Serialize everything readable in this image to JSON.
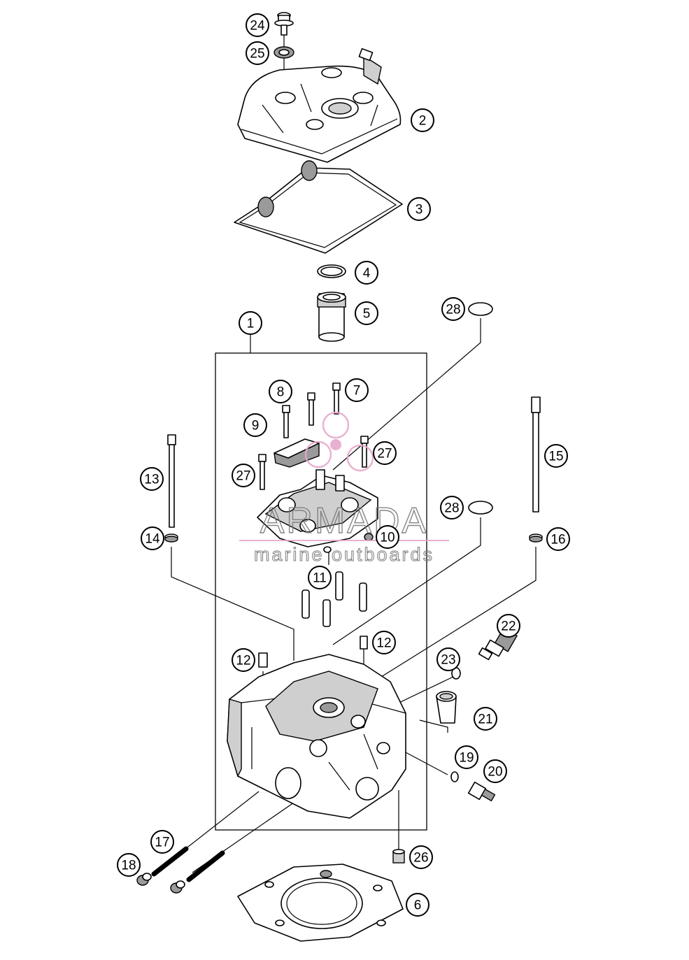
{
  "watermark": {
    "brand": "ARMADA",
    "tagline": "marine outboards",
    "accent_color": "#e8a8cc",
    "line_color": "#7a7a7a"
  },
  "callouts": [
    "1",
    "2",
    "3",
    "4",
    "5",
    "6",
    "7",
    "8",
    "9",
    "10",
    "11",
    "12",
    "12",
    "13",
    "14",
    "15",
    "16",
    "17",
    "18",
    "19",
    "20",
    "21",
    "22",
    "23",
    "24",
    "25",
    "26",
    "27",
    "27",
    "28",
    "28"
  ]
}
